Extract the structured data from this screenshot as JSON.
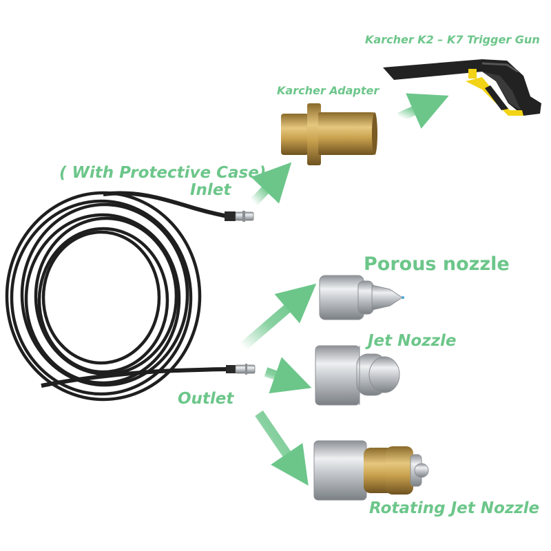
{
  "labels": {
    "gun": "Karcher K2 – K7 Trigger Gun",
    "adapter": "Karcher Adapter",
    "case": "( With Protective Case)",
    "inlet": "Inlet",
    "porous": "Porous nozzle",
    "jet": "Jet Nozzle",
    "outlet": "Outlet",
    "rotating": "Rotating Jet Nozzle"
  },
  "colors": {
    "label_green": "#6cc68a",
    "arrow_green": "#6cc68a",
    "hose": "#1f1f1f",
    "brass": "#c9a24f",
    "steel": "#bfc3c7",
    "gun_yellow": "#f2d316"
  }
}
